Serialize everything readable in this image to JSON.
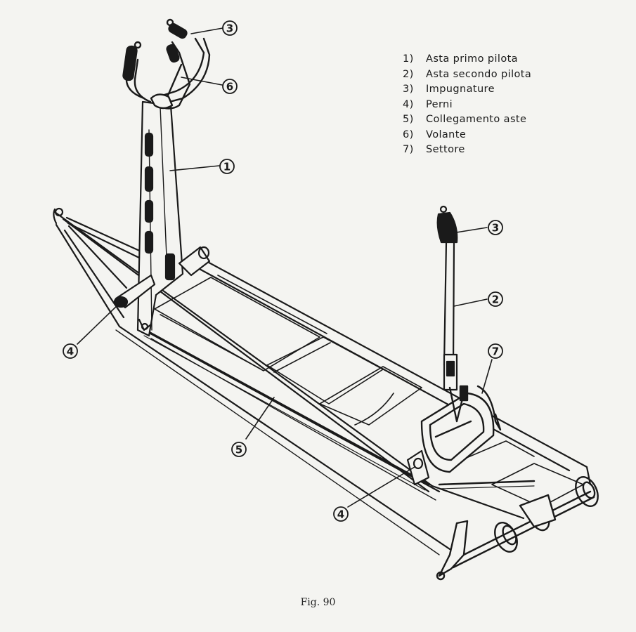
{
  "legend": {
    "items": [
      {
        "num": "1)",
        "label": "Asta primo pilota"
      },
      {
        "num": "2)",
        "label": "Asta secondo pilota"
      },
      {
        "num": "3)",
        "label": "Impugnature"
      },
      {
        "num": "4)",
        "label": "Perni"
      },
      {
        "num": "5)",
        "label": "Collegamento aste"
      },
      {
        "num": "6)",
        "label": "Volante"
      },
      {
        "num": "7)",
        "label": "Settore"
      }
    ]
  },
  "callouts": [
    "3",
    "6",
    "1",
    "3",
    "2",
    "7",
    "4",
    "5",
    "4"
  ],
  "caption": "Fig. 90"
}
